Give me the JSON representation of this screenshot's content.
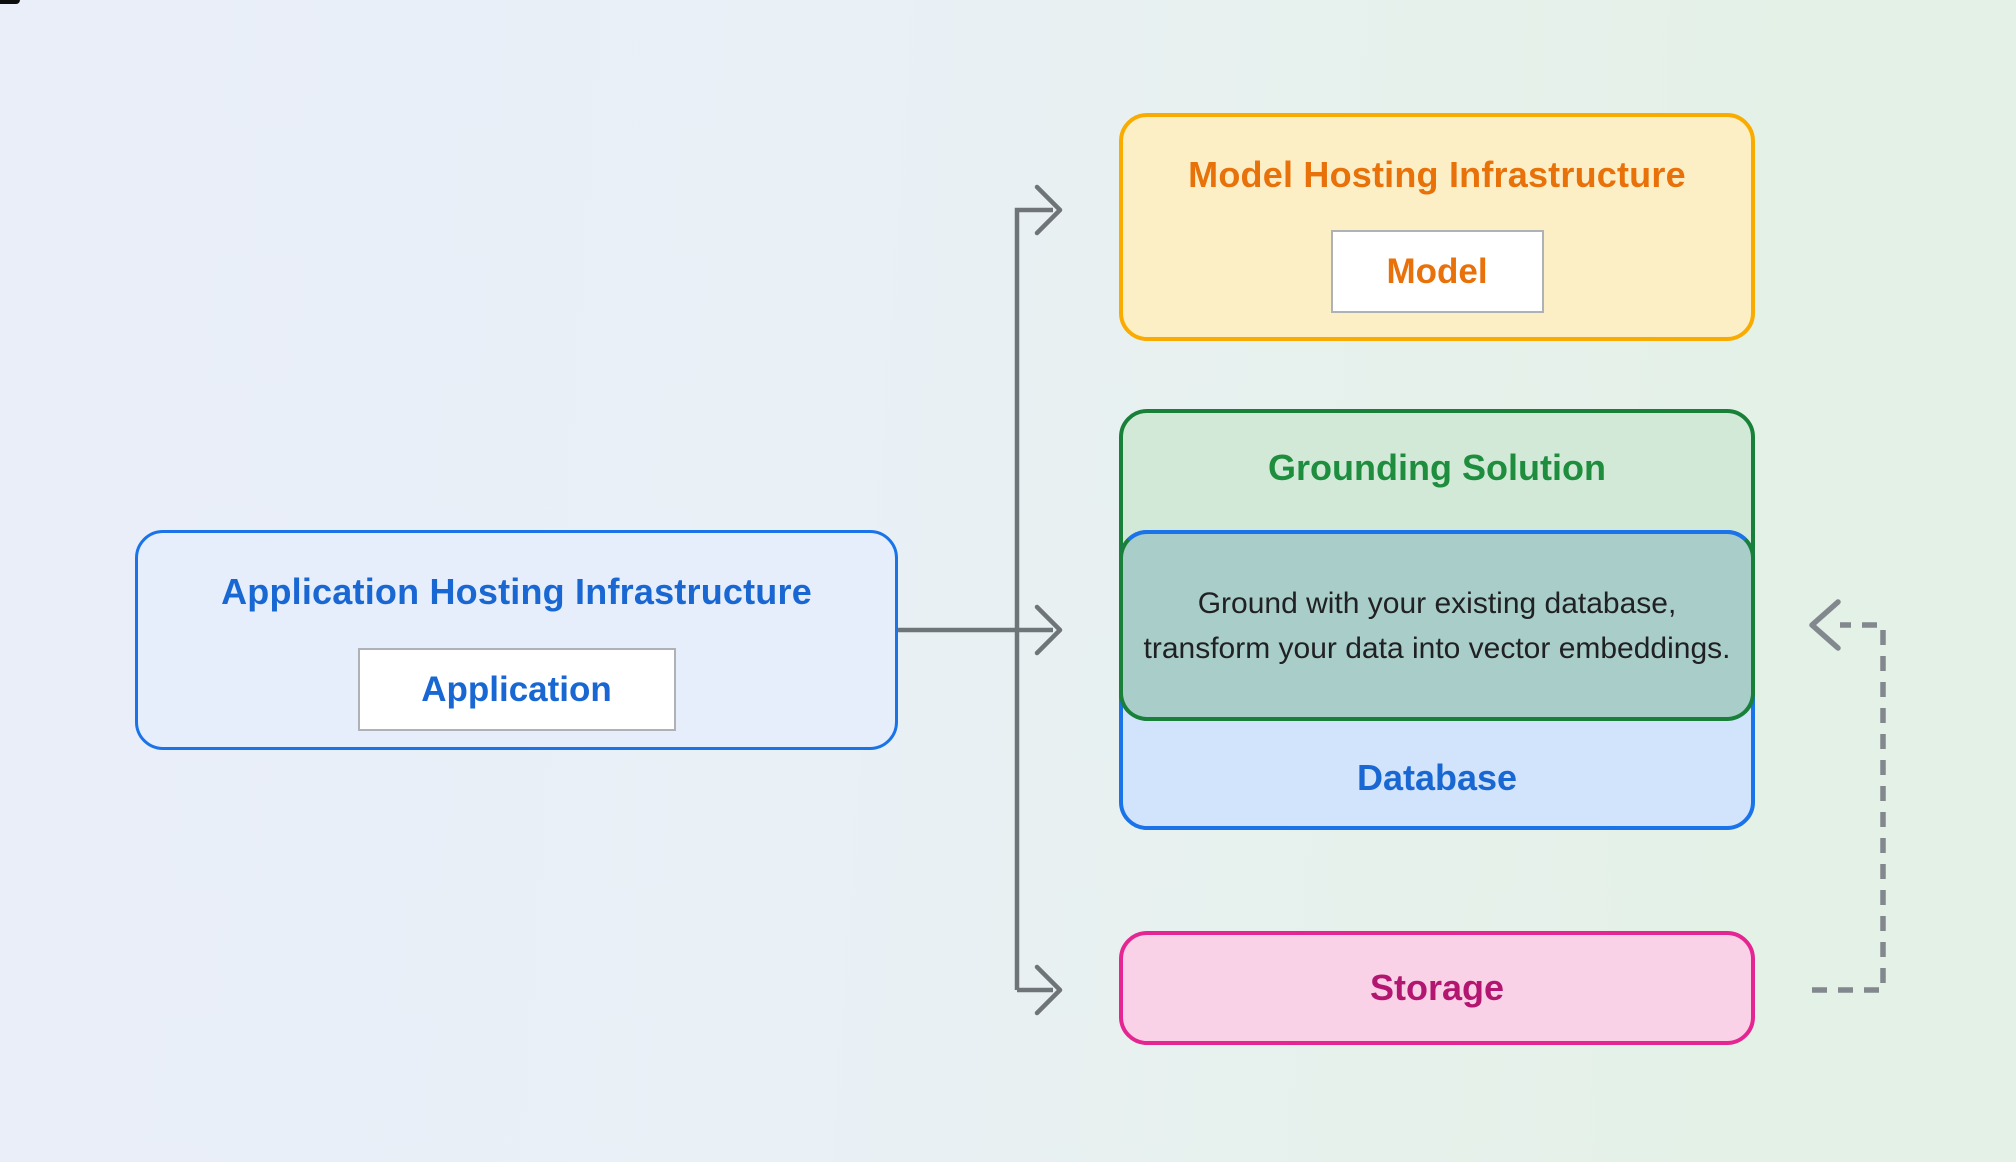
{
  "diagram": {
    "application": {
      "title": "Application Hosting Infrastructure",
      "chip_label": "Application"
    },
    "model": {
      "title": "Model Hosting Infrastructure",
      "chip_label": "Model"
    },
    "grounding": {
      "title": "Grounding Solution",
      "note": "Ground with your existing database, transform your data into vector embeddings.",
      "database_label": "Database"
    },
    "storage": {
      "label": "Storage"
    },
    "colors": {
      "background_left": "#E9EEF9",
      "background_right": "#E4F1E6",
      "blue_border": "#1A73E8",
      "blue_text": "#1967D2",
      "app_fill": "#E6EDFB",
      "yellow_border": "#F9AB00",
      "yellow_fill": "#FCEFC6",
      "orange_text": "#E8710A",
      "green_border": "#188038",
      "green_text": "#1E8E3E",
      "green_fill": "#D3E9D8",
      "teal_fill": "#A9CDC8",
      "note_text": "#202124",
      "database_fill": "#D2E3FC",
      "pink_border": "#E52592",
      "pink_fill": "#FAD2E7",
      "pink_text": "#B31670",
      "chip_border": "#AEB1B6",
      "arrow_solid": "#6F7479",
      "arrow_dashed": "#82888D"
    }
  }
}
